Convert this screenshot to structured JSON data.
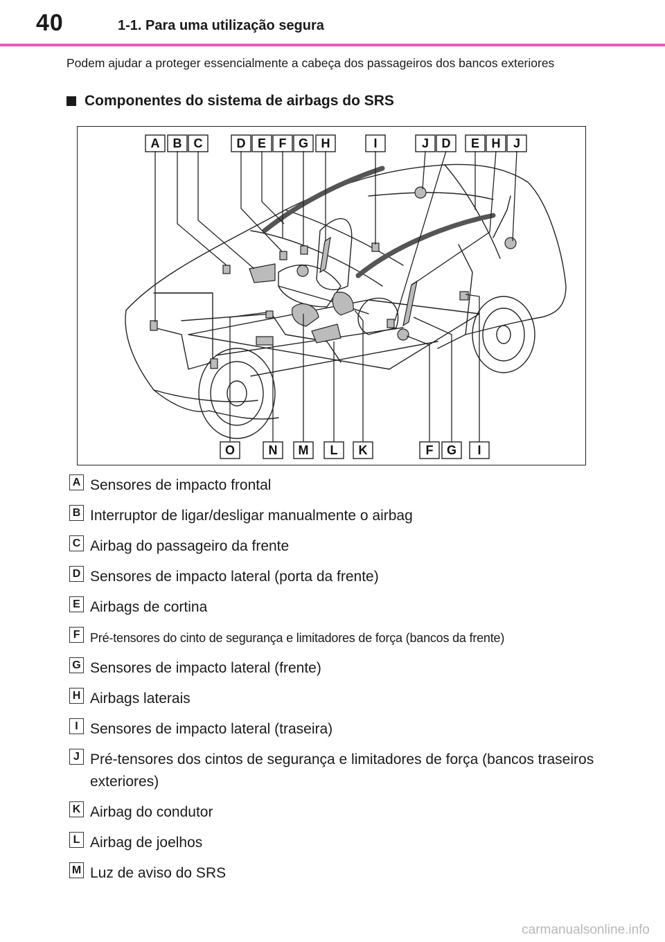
{
  "header": {
    "page_number": "40",
    "title": "1-1. Para uma utilização segura",
    "rule_color": "#e85ab8"
  },
  "intro_text": "Podem ajudar a proteger essencialmente a cabeça dos passageiros dos bancos exteriores",
  "section": {
    "heading": "Componentes do sistema de airbags do SRS"
  },
  "figure": {
    "top_labels": [
      "A",
      "B",
      "C",
      "D",
      "E",
      "F",
      "G",
      "H",
      "I",
      "J",
      "D",
      "E",
      "H",
      "J"
    ],
    "bottom_labels": [
      "O",
      "N",
      "M",
      "L",
      "K",
      "F",
      "G",
      "I"
    ]
  },
  "legend": [
    {
      "key": "A",
      "text": "Sensores de impacto frontal"
    },
    {
      "key": "B",
      "text": "Interruptor de ligar/desligar manualmente o airbag"
    },
    {
      "key": "C",
      "text": "Airbag do passageiro da frente"
    },
    {
      "key": "D",
      "text": "Sensores de impacto lateral (porta da frente)"
    },
    {
      "key": "E",
      "text": "Airbags de cortina"
    },
    {
      "key": "F",
      "text": "Pré-tensores do cinto de segurança e limitadores de força (bancos da frente)"
    },
    {
      "key": "G",
      "text": "Sensores de impacto lateral (frente)"
    },
    {
      "key": "H",
      "text": "Airbags laterais"
    },
    {
      "key": "I",
      "text": "Sensores de impacto lateral (traseira)"
    },
    {
      "key": "J",
      "text": "Pré-tensores dos cintos de segurança e limitadores de força (bancos traseiros exteriores)"
    },
    {
      "key": "K",
      "text": "Airbag do condutor"
    },
    {
      "key": "L",
      "text": "Airbag de joelhos"
    },
    {
      "key": "M",
      "text": "Luz de aviso do SRS"
    }
  ],
  "footer": {
    "watermark": "carmanualsonline.info"
  }
}
